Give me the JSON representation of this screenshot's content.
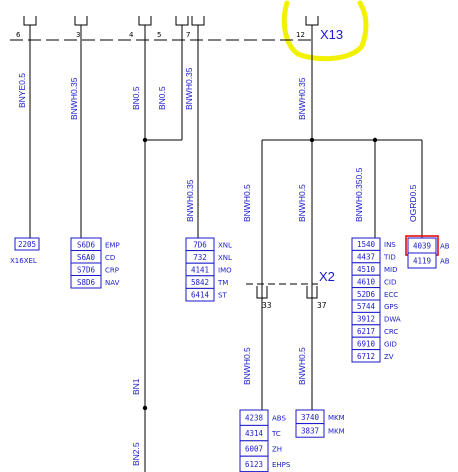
{
  "connectors": {
    "x13": {
      "label": "X13",
      "highlight_color": "#f2f200"
    },
    "x2": {
      "label": "X2",
      "pins": [
        "33",
        "37"
      ]
    }
  },
  "top_pins": [
    "6",
    "3",
    "4",
    "5",
    "7",
    "12"
  ],
  "wires": [
    {
      "id": "w1",
      "label": "BNYE0.5"
    },
    {
      "id": "w2",
      "label": "BNWH0.35"
    },
    {
      "id": "w3",
      "label": "BN0.5"
    },
    {
      "id": "w4",
      "label": "BN0.5"
    },
    {
      "id": "w5",
      "label": "BNWH0.35"
    },
    {
      "id": "w6",
      "label": "BNWH0.35"
    },
    {
      "id": "w7",
      "label": "BNWH0.35"
    },
    {
      "id": "w8",
      "label": "BNWH0.5"
    },
    {
      "id": "w9",
      "label": "BNWH0.5"
    },
    {
      "id": "w10",
      "label": "BNWH0.350.5"
    },
    {
      "id": "w11",
      "label": "OGRD0.5"
    },
    {
      "id": "w12",
      "label": "BNWH0.5"
    },
    {
      "id": "w13",
      "label": "BNWH0.5"
    },
    {
      "id": "w14",
      "label": "BN1"
    },
    {
      "id": "w15",
      "label": "BN2.5"
    }
  ],
  "groups": {
    "g1": {
      "rows": [
        {
          "code": "2205",
          "tag": ""
        }
      ],
      "caption": "X16XEL"
    },
    "g2": {
      "rows": [
        {
          "code": "S6D6",
          "tag": "EMP"
        },
        {
          "code": "S6A0",
          "tag": "CD"
        },
        {
          "code": "S7D6",
          "tag": "CRP"
        },
        {
          "code": "S8D6",
          "tag": "NAV"
        }
      ]
    },
    "g3": {
      "rows": [
        {
          "code": "7D6",
          "tag": "XNL"
        },
        {
          "code": "732",
          "tag": "XNL"
        },
        {
          "code": "4141",
          "tag": "IMO"
        },
        {
          "code": "5842",
          "tag": "TM"
        },
        {
          "code": "6414",
          "tag": "ST"
        }
      ]
    },
    "g4": {
      "rows": [
        {
          "code": "1540",
          "tag": "INS"
        },
        {
          "code": "4437",
          "tag": "TID"
        },
        {
          "code": "4510",
          "tag": "MID"
        },
        {
          "code": "4610",
          "tag": "CID"
        },
        {
          "code": "52D6",
          "tag": "ECC"
        },
        {
          "code": "5744",
          "tag": "GPS"
        },
        {
          "code": "3912",
          "tag": "DWA"
        },
        {
          "code": "6217",
          "tag": "CRC"
        },
        {
          "code": "6910",
          "tag": "GID"
        },
        {
          "code": "6712",
          "tag": "ZV"
        }
      ]
    },
    "g5": {
      "rows": [
        {
          "code": "4039",
          "tag": "AB",
          "highlight": true
        },
        {
          "code": "4119",
          "tag": "AB"
        }
      ]
    },
    "g6": {
      "rows": [
        {
          "code": "4238",
          "tag": "ABS"
        },
        {
          "code": "4314",
          "tag": "TC"
        },
        {
          "code": "6007",
          "tag": "ZH"
        },
        {
          "code": "6123",
          "tag": "EHPS"
        }
      ]
    },
    "g7": {
      "rows": [
        {
          "code": "3740",
          "tag": "MKM"
        },
        {
          "code": "3837",
          "tag": "MKM"
        }
      ]
    }
  },
  "colors": {
    "wire_label": "#1a1acc",
    "line": "#000000",
    "box_highlight": "#e01010"
  }
}
